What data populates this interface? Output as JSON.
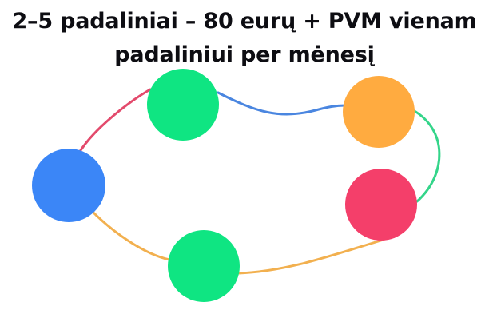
{
  "title": {
    "line1": "2–5 padaliniai – 80 eurų + PVM vienam",
    "line2": "padaliniui per mėnesį"
  },
  "diagram": {
    "nodes": [
      {
        "name": "node-blue-left",
        "color": "#3b86f7"
      },
      {
        "name": "node-green-top",
        "color": "#0fe582"
      },
      {
        "name": "node-orange-right",
        "color": "#ffab40"
      },
      {
        "name": "node-red-right",
        "color": "#f43f6a"
      },
      {
        "name": "node-green-bottom",
        "color": "#0fe582"
      }
    ],
    "connectors": [
      {
        "name": "connector-red",
        "color": "#e34a6c"
      },
      {
        "name": "connector-blue",
        "color": "#4a86e0"
      },
      {
        "name": "connector-teal",
        "color": "#34d58a"
      },
      {
        "name": "connector-orange-right",
        "color": "#f2b04f"
      },
      {
        "name": "connector-orange-left",
        "color": "#f2b04f"
      }
    ]
  }
}
